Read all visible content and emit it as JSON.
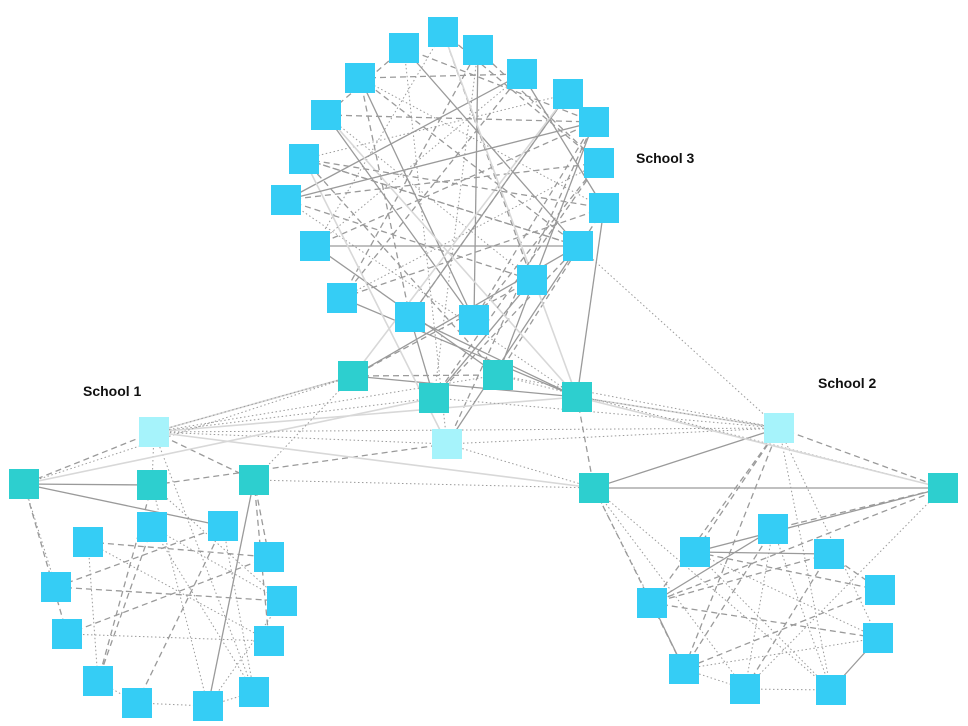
{
  "labels": {
    "school3": "School 3",
    "school1": "School 1",
    "school2": "School 2"
  },
  "colors": {
    "student": "#35cdf5",
    "hub": "#2dcfcf",
    "hub_light": "#a6f3fb",
    "edge_dark": "#9a9a9a",
    "edge_light": "#d8d8d8",
    "background": "#ffffff"
  },
  "node_types": [
    "student",
    "hub",
    "hub_light"
  ],
  "edge_styles": [
    "solid",
    "dashed",
    "dotted",
    "faint"
  ]
}
